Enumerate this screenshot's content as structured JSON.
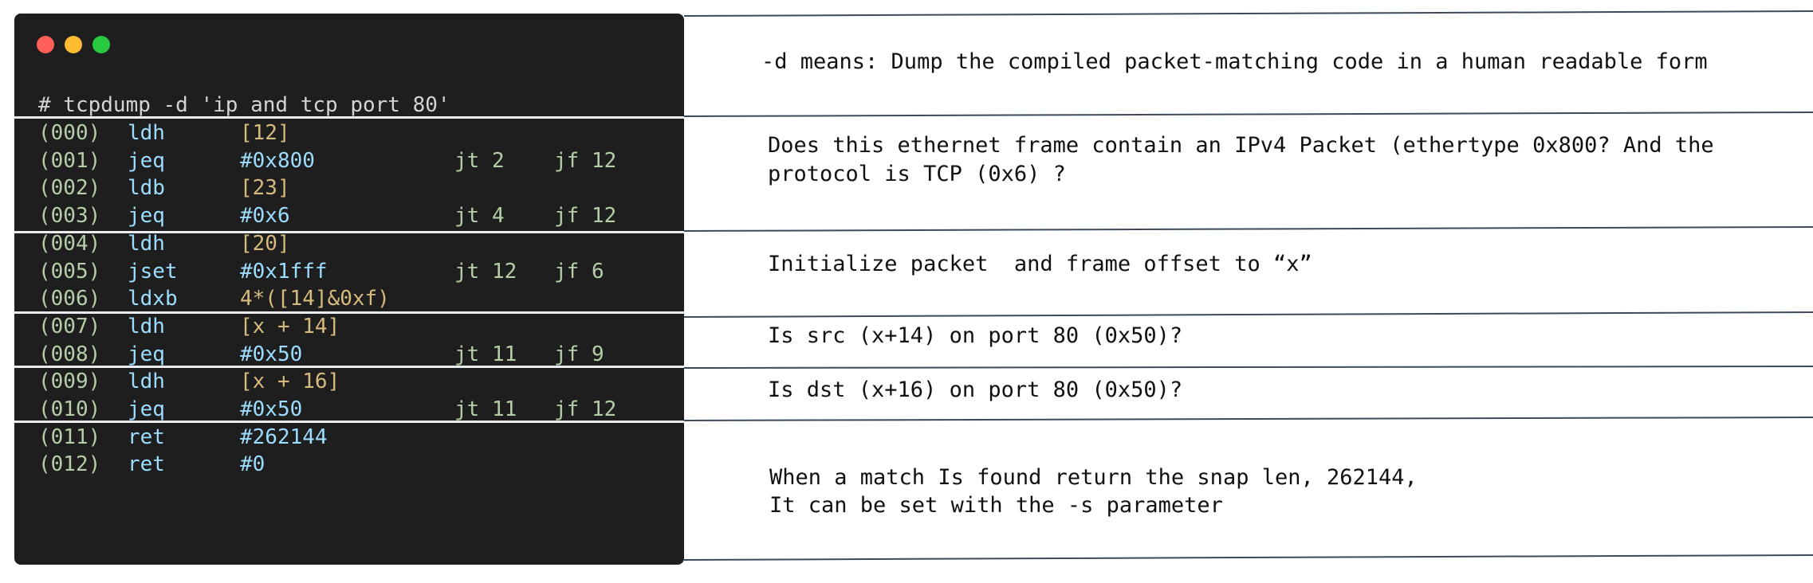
{
  "terminal": {
    "command": "# tcpdump -d 'ip and tcp port 80'",
    "lines": [
      {
        "num": "(000)",
        "op": "ldh",
        "arg": "[12]",
        "jt": "",
        "jf": ""
      },
      {
        "num": "(001)",
        "op": "jeq",
        "arg": "#0x800",
        "jt": "jt 2",
        "jf": "jf 12"
      },
      {
        "num": "(002)",
        "op": "ldb",
        "arg": "[23]",
        "jt": "",
        "jf": ""
      },
      {
        "num": "(003)",
        "op": "jeq",
        "arg": "#0x6",
        "jt": "jt 4",
        "jf": "jf 12"
      },
      {
        "num": "(004)",
        "op": "ldh",
        "arg": "[20]",
        "jt": "",
        "jf": ""
      },
      {
        "num": "(005)",
        "op": "jset",
        "arg": "#0x1fff",
        "jt": "jt 12",
        "jf": "jf 6"
      },
      {
        "num": "(006)",
        "op": "ldxb",
        "arg": "4*([14]&0xf)",
        "jt": "",
        "jf": ""
      },
      {
        "num": "(007)",
        "op": "ldh",
        "arg": "[x + 14]",
        "jt": "",
        "jf": ""
      },
      {
        "num": "(008)",
        "op": "jeq",
        "arg": "#0x50",
        "jt": "jt 11",
        "jf": "jf 9"
      },
      {
        "num": "(009)",
        "op": "ldh",
        "arg": "[x + 16]",
        "jt": "",
        "jf": ""
      },
      {
        "num": "(010)",
        "op": "jeq",
        "arg": "#0x50",
        "jt": "jt 11",
        "jf": "jf 12"
      },
      {
        "num": "(011)",
        "op": "ret",
        "arg": "#262144",
        "jt": "",
        "jf": ""
      },
      {
        "num": "(012)",
        "op": "ret",
        "arg": "#0",
        "jt": "",
        "jf": ""
      }
    ]
  },
  "annotations": {
    "dump": "-d means: Dump the compiled packet-matching code in a human readable form",
    "ipv4_line1": "Does this ethernet frame contain an IPv4 Packet (ethertype 0x800? And the",
    "ipv4_line2": "protocol is TCP (0x6) ?",
    "offset": "Initialize packet  and frame offset to “x”",
    "src": "Is src (x+14) on port 80 (0x50)?",
    "dst": "Is dst (x+16) on port 80 (0x50)?",
    "ret_line1": "When a match Is found return the snap len, 262144,",
    "ret_line2": "It can be set with the -s parameter"
  },
  "colors": {
    "terminal_bg": "#1e1e1e",
    "line_number": "#b5cea8",
    "opcode": "#9cdcfe",
    "divider": "#3a4a5c"
  }
}
